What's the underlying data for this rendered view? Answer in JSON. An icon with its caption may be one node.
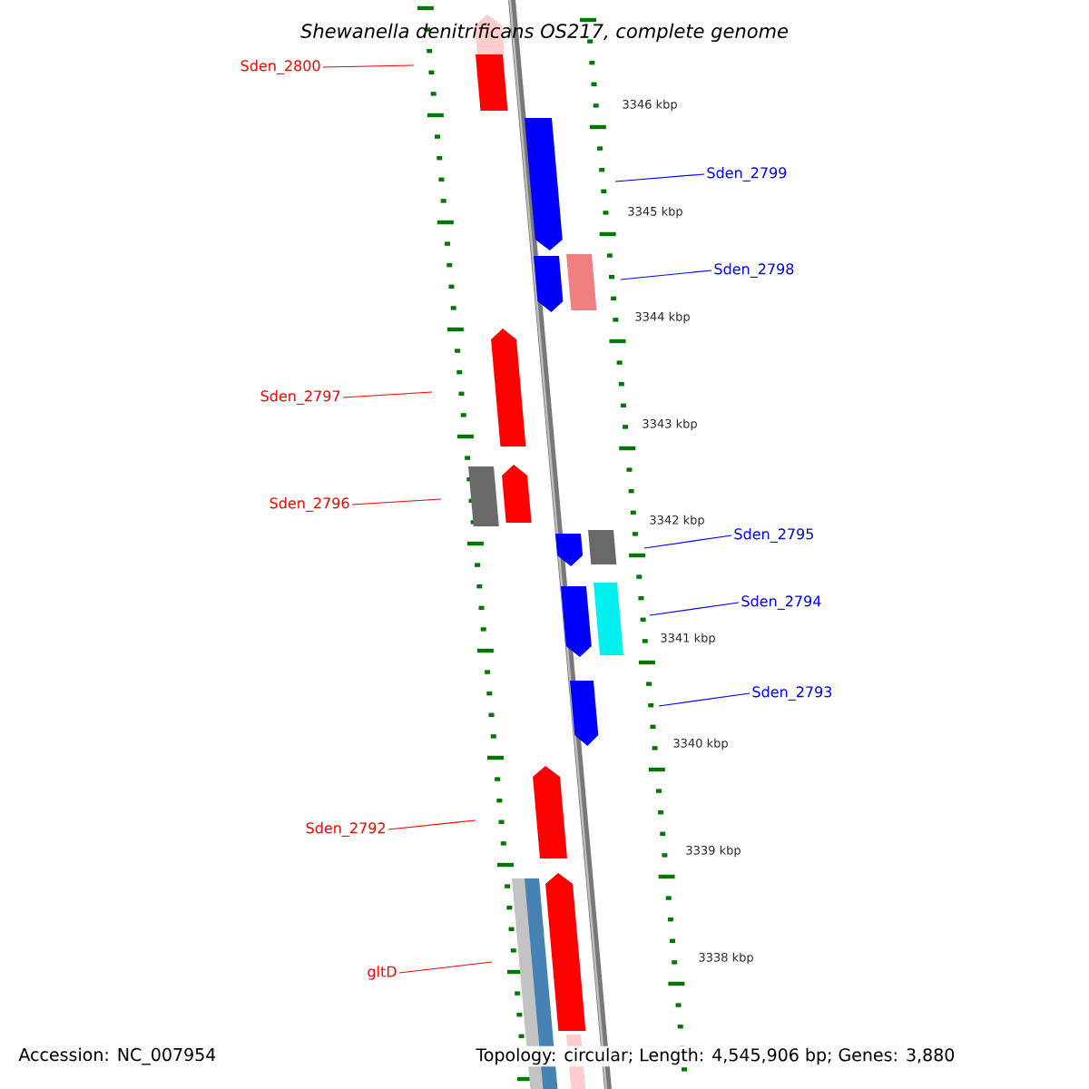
{
  "diagram": {
    "title": "Shewanella denitrificans OS217, complete genome",
    "nodes": [
      {
        "text": [
          "Sden_2800"
        ]
      },
      {
        "text": [
          "Sden_2799"
        ]
      },
      {
        "text": [
          "Sden_2798"
        ]
      },
      {
        "text": [
          "Sden_2797"
        ]
      },
      {
        "text": [
          "Sden_2796"
        ]
      },
      {
        "text": [
          "Sden_2795"
        ]
      },
      {
        "text": [
          "Sden_2794"
        ]
      },
      {
        "text": [
          "Sden_2793"
        ]
      },
      {
        "text": [
          "Sden_2792"
        ]
      },
      {
        "text": [
          "gltD"
        ]
      }
    ],
    "edges": [
      {
        "from": 0,
        "to": null,
        "arrow": "none",
        "color": "#ff0000"
      },
      {
        "from": 1,
        "to": null,
        "arrow": "none",
        "color": "#0000ff"
      },
      {
        "from": 2,
        "to": null,
        "arrow": "none",
        "color": "#0000ff"
      },
      {
        "from": 3,
        "to": null,
        "arrow": "none",
        "color": "#ff0000"
      },
      {
        "from": 4,
        "to": null,
        "arrow": "none",
        "color": "#ff0000"
      },
      {
        "from": 5,
        "to": null,
        "arrow": "none",
        "color": "#0000ff"
      },
      {
        "from": 6,
        "to": null,
        "arrow": "none",
        "color": "#0000ff"
      },
      {
        "from": 7,
        "to": null,
        "arrow": "none",
        "color": "#0000ff"
      },
      {
        "from": 8,
        "to": null,
        "arrow": "none",
        "color": "#ff0000"
      },
      {
        "from": 9,
        "to": null,
        "arrow": "none",
        "color": "#ff0000"
      }
    ],
    "labels": [
      "3346 kbp",
      "3345 kbp",
      "3344 kbp",
      "3343 kbp",
      "3342 kbp",
      "3341 kbp",
      "3340 kbp",
      "3339 kbp",
      "3338 kbp",
      "Accession: NC_007954",
      "Topology: circular; Length: 4,545,906 bp; Genes: 3,880"
    ]
  }
}
